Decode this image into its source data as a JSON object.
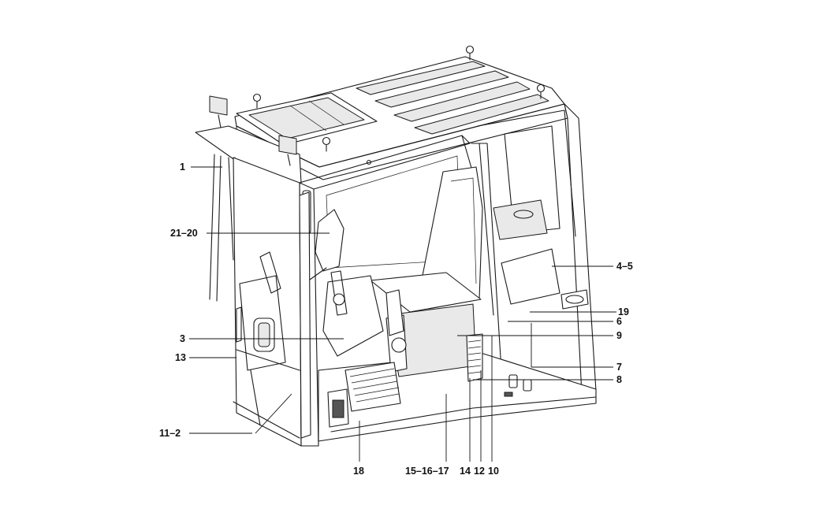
{
  "callouts": {
    "c1": "1",
    "c21_20": "21–20",
    "c3": "3",
    "c13": "13",
    "c11_2": "11–2",
    "c18": "18",
    "c15_16_17": "15–16–17",
    "c14": "14",
    "c12": "12",
    "c10": "10",
    "c4_5": "4–5",
    "c19": "19",
    "c6": "6",
    "c9": "9",
    "c7": "7",
    "c8": "8"
  }
}
